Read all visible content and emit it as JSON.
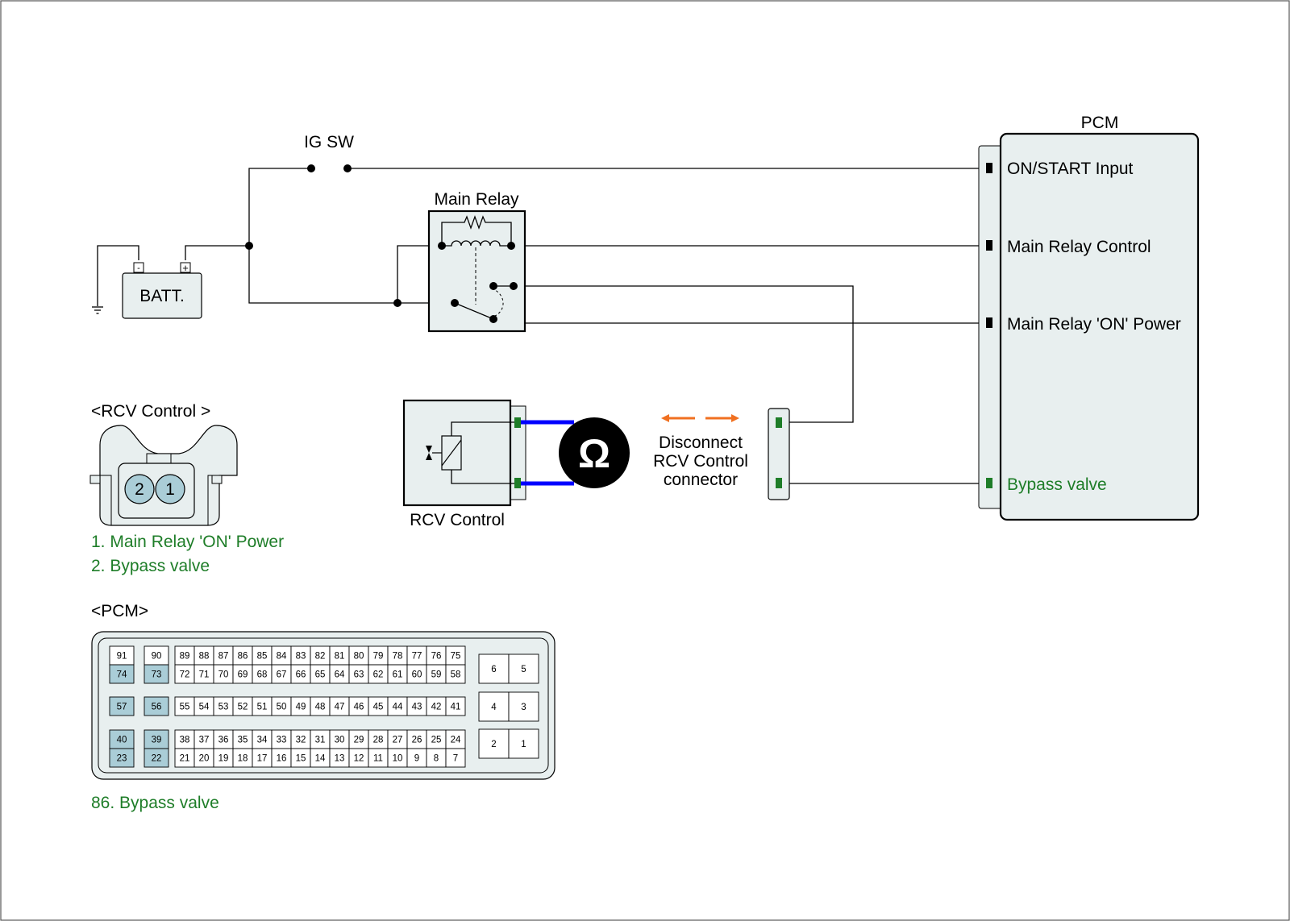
{
  "labels": {
    "ig_sw": "IG SW",
    "main_relay": "Main Relay",
    "batt": "BATT.",
    "batt_neg": "-",
    "batt_pos": "+",
    "pcm_title": "PCM",
    "rcv_control": "RCV Control",
    "omega": "Ω",
    "disconnect_line1": "Disconnect",
    "disconnect_line2": "RCV Control",
    "disconnect_line3": "connector"
  },
  "pcm_terminals": {
    "on_start": "ON/START Input",
    "main_relay_control": "Main Relay Control",
    "main_relay_on_power": "Main Relay 'ON' Power",
    "bypass_valve": "Bypass valve"
  },
  "rcv_connector": {
    "title": "<RCV Control >",
    "pin_left": "2",
    "pin_right": "1",
    "legend": [
      "1. Main Relay 'ON' Power",
      "2. Bypass valve"
    ]
  },
  "pcm_connector": {
    "title": "<PCM>",
    "left_cols": [
      [
        "91",
        "74",
        "57",
        "40",
        "23"
      ],
      [
        "90",
        "73",
        "56",
        "39",
        "22"
      ]
    ],
    "rows": [
      [
        "89",
        "88",
        "87",
        "86",
        "85",
        "84",
        "83",
        "82",
        "81",
        "80",
        "79",
        "78",
        "77",
        "76",
        "75"
      ],
      [
        "72",
        "71",
        "70",
        "69",
        "68",
        "67",
        "66",
        "65",
        "64",
        "63",
        "62",
        "61",
        "60",
        "59",
        "58"
      ],
      [
        "55",
        "54",
        "53",
        "52",
        "51",
        "50",
        "49",
        "48",
        "47",
        "46",
        "45",
        "44",
        "43",
        "42",
        "41"
      ],
      [
        "38",
        "37",
        "36",
        "35",
        "34",
        "33",
        "32",
        "31",
        "30",
        "29",
        "28",
        "27",
        "26",
        "25",
        "24"
      ],
      [
        "21",
        "20",
        "19",
        "18",
        "17",
        "16",
        "15",
        "14",
        "13",
        "12",
        "11",
        "10",
        "9",
        "8",
        "7"
      ]
    ],
    "right_pairs": [
      [
        "6",
        "5"
      ],
      [
        "4",
        "3"
      ],
      [
        "2",
        "1"
      ]
    ],
    "legend": [
      "86. Bypass valve"
    ]
  },
  "colors": {
    "accent_green": "#1e7d28",
    "panel_fill": "#e8efef",
    "highlight_pin": "#aacdd7",
    "probe_wire": "#0000ff",
    "arrow": "#f07020"
  }
}
